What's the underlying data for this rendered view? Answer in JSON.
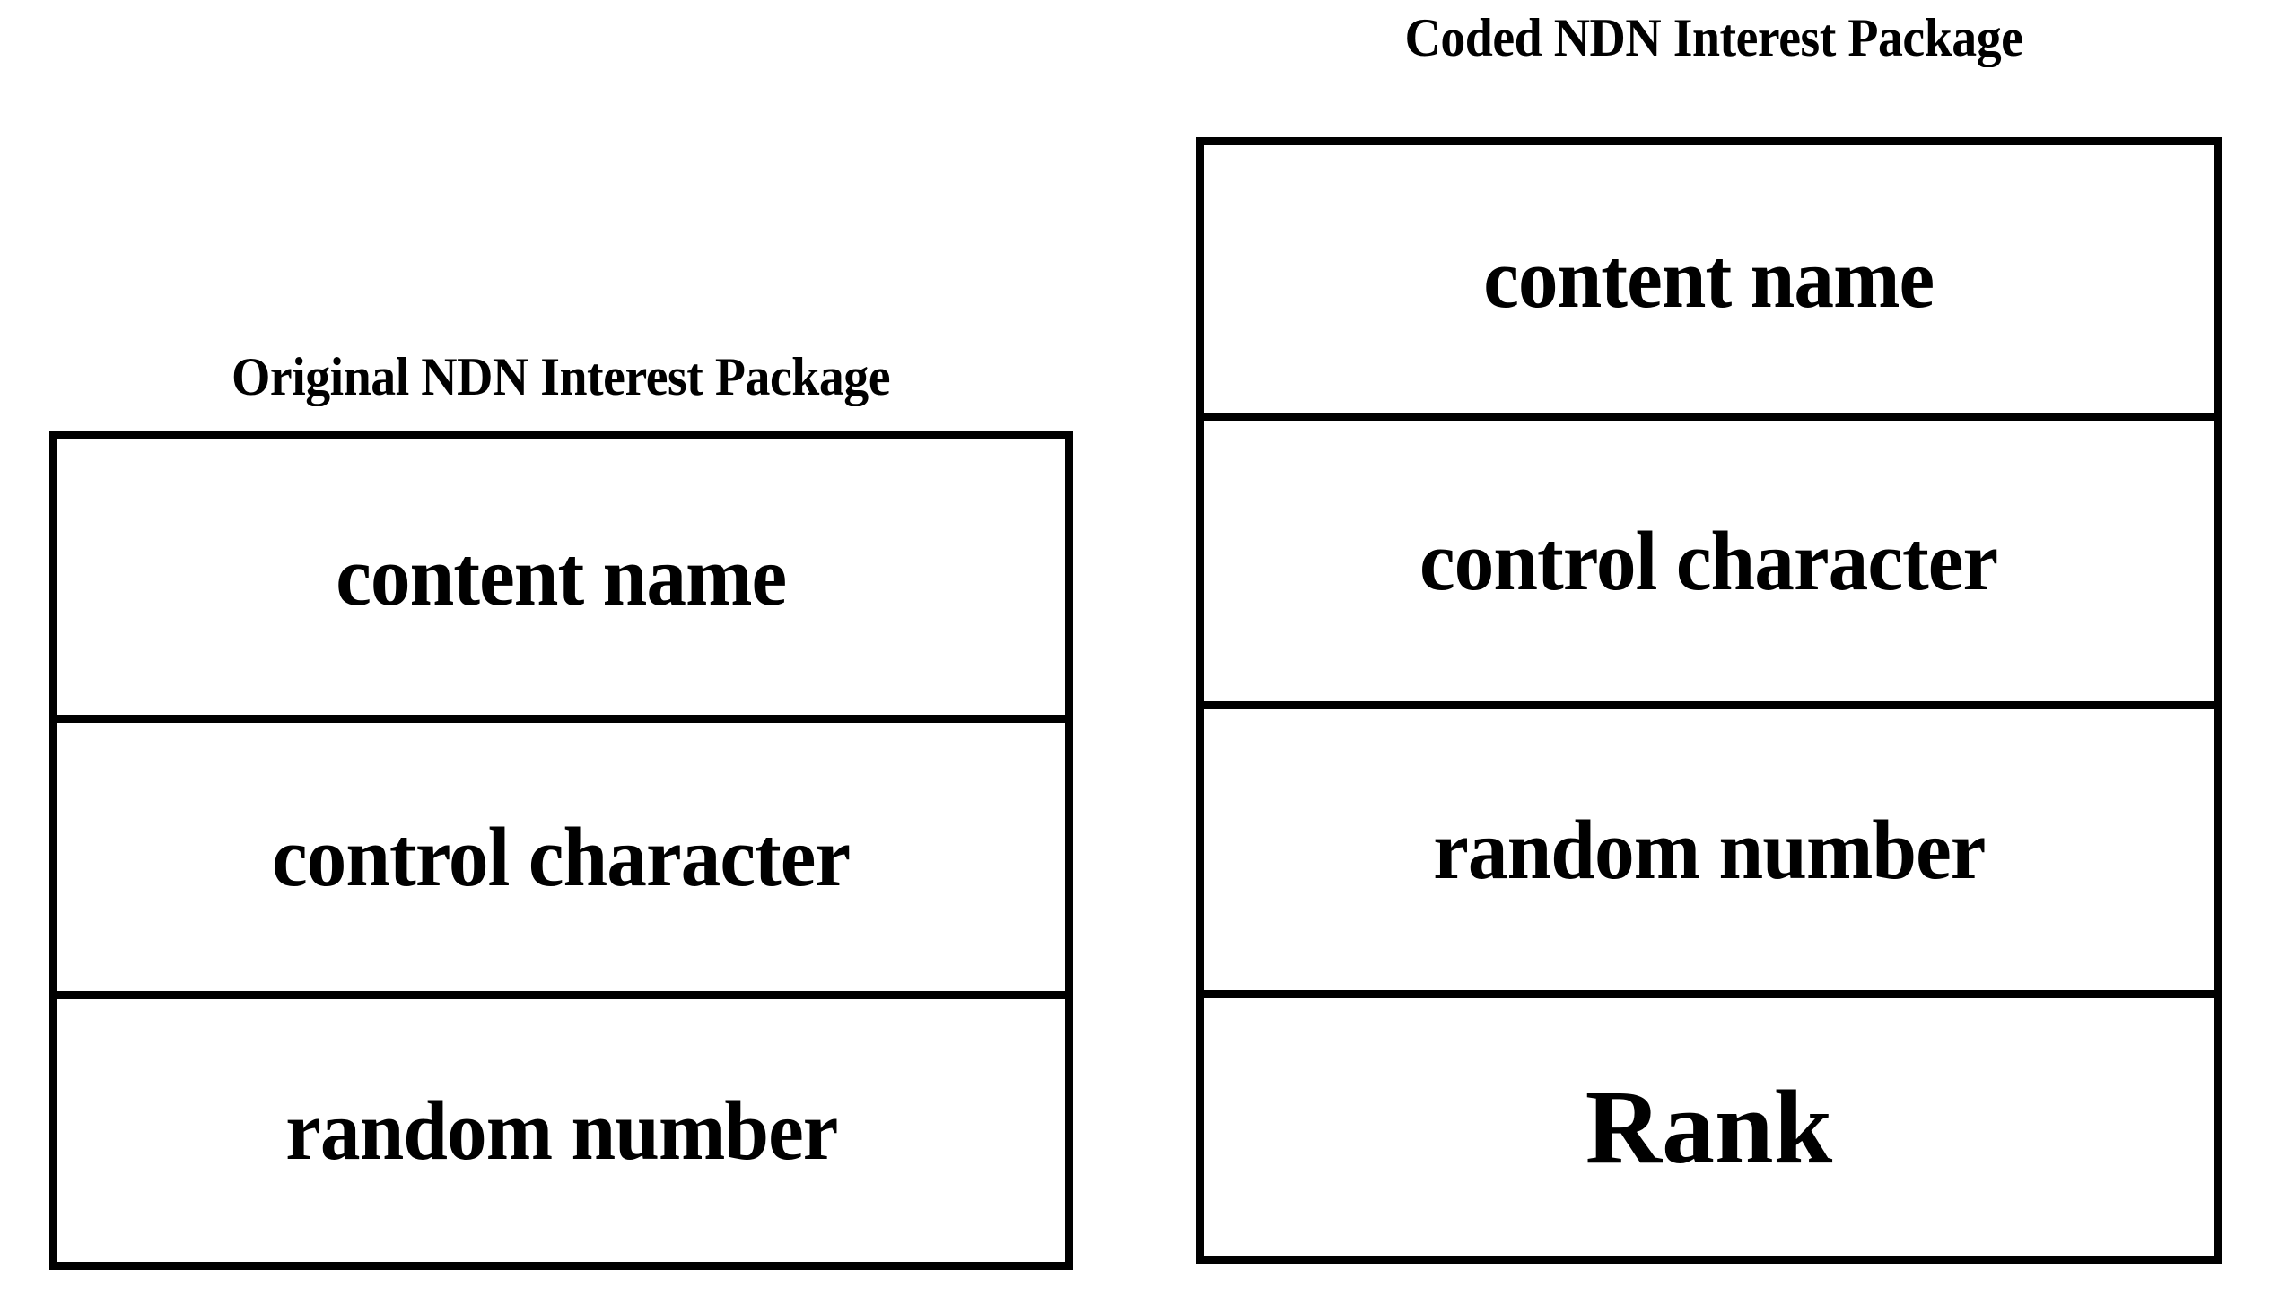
{
  "figure": {
    "background_color": "#FFFFFF",
    "stroke_color": "#000000"
  },
  "panels": [
    {
      "id": "original",
      "title": "Original NDN Interest Package",
      "fields": [
        {
          "label": "content name"
        },
        {
          "label": "control character"
        },
        {
          "label": "random number"
        }
      ]
    },
    {
      "id": "coded",
      "title": "Coded NDN Interest Package",
      "fields": [
        {
          "label": "content name"
        },
        {
          "label": "control character"
        },
        {
          "label": "random number"
        },
        {
          "label": "Rank"
        }
      ]
    }
  ],
  "diagram_data": {
    "type": "block-structure-comparison",
    "panel_count": 2,
    "left_panel": {
      "title": "Original NDN Interest Package",
      "row_count": 3,
      "rows": [
        "content name",
        "control character",
        "random number"
      ]
    },
    "right_panel": {
      "title": "Coded NDN Interest Package",
      "row_count": 4,
      "rows": [
        "content name",
        "control character",
        "random number",
        "Rank"
      ],
      "added_row": "Rank"
    }
  }
}
